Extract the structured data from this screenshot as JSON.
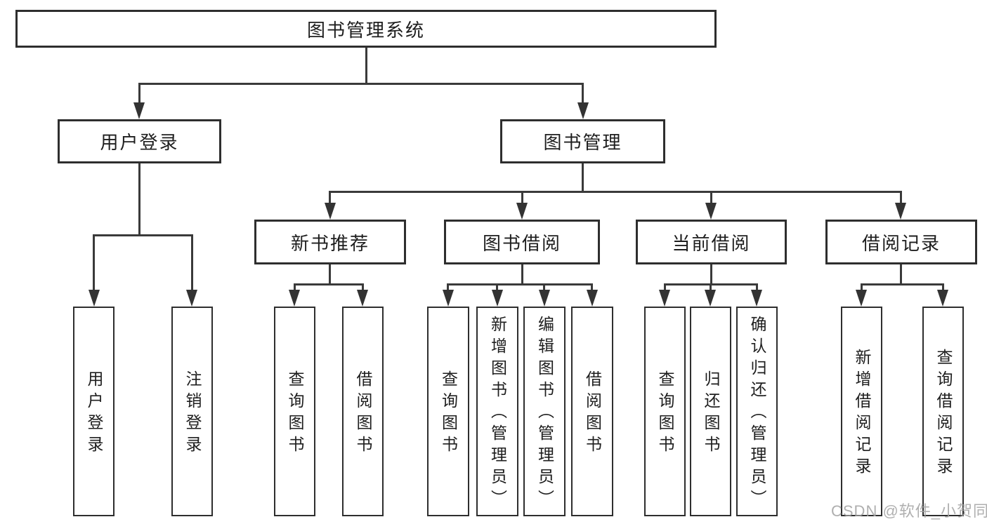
{
  "diagram": {
    "title": "图书管理系统",
    "nodes": {
      "root": {
        "label": "图书管理系统"
      },
      "level2": [
        {
          "label": "用户登录"
        },
        {
          "label": "图书管理"
        }
      ],
      "level3": [
        {
          "label": "新书推荐"
        },
        {
          "label": "图书借阅"
        },
        {
          "label": "当前借阅"
        },
        {
          "label": "借阅记录"
        }
      ],
      "leaves": [
        {
          "label": "用户登录"
        },
        {
          "label": "注销登录"
        },
        {
          "label": "查询图书"
        },
        {
          "label": "借阅图书"
        },
        {
          "label": "查询图书"
        },
        {
          "label": "新增图书（管理员）"
        },
        {
          "label": "编辑图书（管理员）"
        },
        {
          "label": "借阅图书"
        },
        {
          "label": "查询图书"
        },
        {
          "label": "归还图书"
        },
        {
          "label": "确认归还（管理员）"
        },
        {
          "label": "新增借阅记录"
        },
        {
          "label": "查询借阅记录"
        }
      ]
    },
    "watermark": "CSDN @软件_小贺同学",
    "colors": {
      "background": "#ffffff",
      "border": "#2e2e2e",
      "line": "#3a3a3a",
      "text": "#1e1e1e",
      "watermark": "#a2a2a2"
    }
  }
}
